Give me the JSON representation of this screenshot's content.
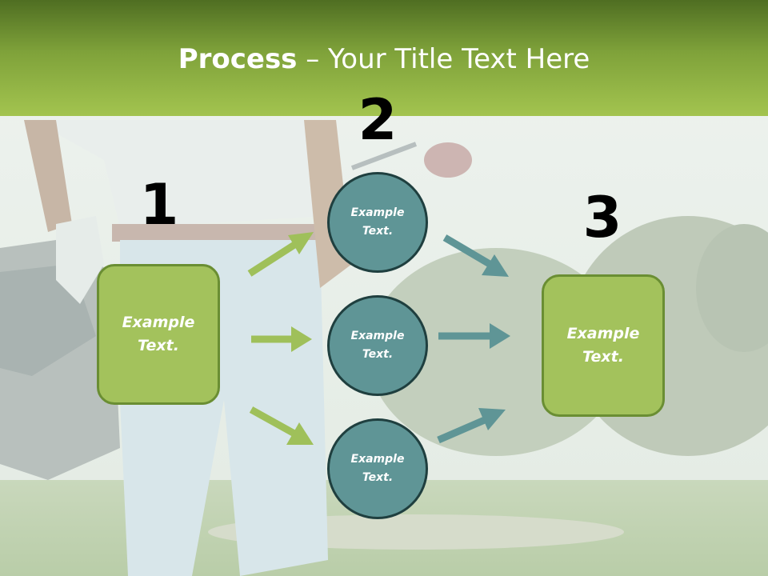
{
  "header": {
    "title_bold": "Process",
    "title_rest": " – Your Title Text Here"
  },
  "steps": [
    {
      "number": "1"
    },
    {
      "number": "2"
    },
    {
      "number": "3"
    }
  ],
  "left_box": {
    "text": "Example Text."
  },
  "circles": [
    {
      "text": "Example Text."
    },
    {
      "text": "Example Text."
    },
    {
      "text": "Example Text."
    }
  ],
  "right_box": {
    "text": "Example Text."
  },
  "colors": {
    "green_arrow": "#9fc05a",
    "teal_arrow": "#5f9596",
    "box_fill": "#a3c25c",
    "circle_fill": "#5f9596"
  }
}
